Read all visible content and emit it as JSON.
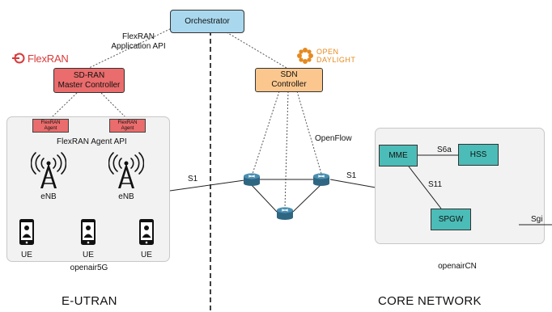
{
  "diagram": {
    "orchestrator": "Orchestrator",
    "flexran_api": [
      "FlexRAN",
      "Application API"
    ],
    "flexran_logo": "FlexRAN",
    "sdran_controller": [
      "SD-RAN",
      "Master Controller"
    ],
    "opendaylight_logo": [
      "OPEN",
      "DAYLIGHT"
    ],
    "sdn_controller": [
      "SDN",
      "Controller"
    ],
    "flexran_agent": [
      "FlexRAN",
      "Agent"
    ],
    "flexran_agent_api": "FlexRAN Agent API",
    "enb_label": "eNB",
    "ue_label": "UE",
    "openair5g": "openair5G",
    "openflow": "OpenFlow",
    "s1_label": "S1",
    "mme": "MME",
    "hss": "HSS",
    "spgw": "SPGW",
    "s6a": "S6a",
    "s11": "S11",
    "sgi": "Sgi",
    "openaircn": "openairCN",
    "eutran": "E-UTRAN",
    "core_network": "CORE NETWORK"
  },
  "colors": {
    "orchestrator": "#a9d8ee",
    "sdran": "#ea6c6c",
    "sdn": "#fbc78e",
    "epc": "#4bbcb7",
    "flexran_logo": "#d93a3a",
    "opendaylight_logo": "#e58a1f",
    "router": "#3f7f9d"
  },
  "icons": [
    "flexran-logo-icon",
    "opendaylight-logo-icon",
    "cell-tower-icon",
    "smartphone-user-icon",
    "router-icon"
  ]
}
